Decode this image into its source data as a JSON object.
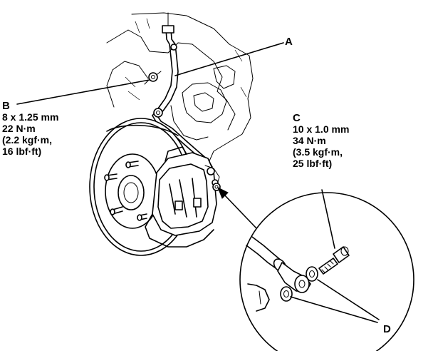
{
  "callouts": {
    "a": {
      "letter": "A"
    },
    "b": {
      "letter": "B",
      "spec": [
        "8 x 1.25 mm",
        "22 N·m",
        "(2.2 kgf·m,",
        "16 lbf·ft)"
      ]
    },
    "c": {
      "letter": "C",
      "spec": [
        "10 x 1.0 mm",
        "34 N·m",
        "(3.5 kgf·m,",
        "25 lbf·ft)"
      ]
    },
    "d": {
      "letter": "D"
    }
  }
}
